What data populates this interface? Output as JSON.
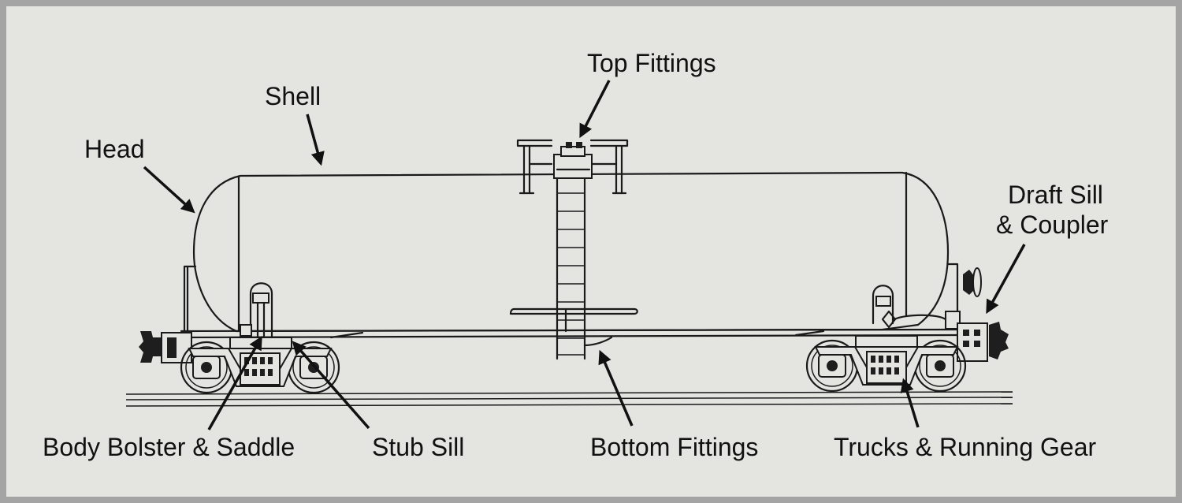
{
  "labels": {
    "top_fittings": "Top Fittings",
    "shell": "Shell",
    "head": "Head",
    "draft_sill_line1": "Draft Sill",
    "draft_sill_line2": "& Coupler",
    "body_bolster": "Body Bolster & Saddle",
    "stub_sill": "Stub Sill",
    "bottom_fittings": "Bottom Fittings",
    "trucks": "Trucks & Running Gear"
  },
  "colors": {
    "background": "#e4e4e0",
    "frame": "#a4a4a4",
    "ink": "#111111"
  }
}
